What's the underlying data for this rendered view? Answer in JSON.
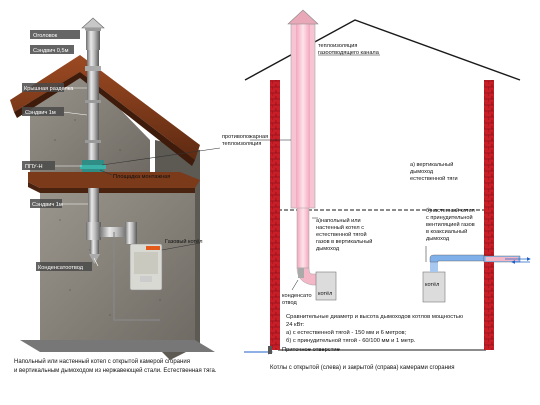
{
  "left_labels": {
    "ogolovok": "Оголовок",
    "sandvich_05": "Сэндвич 0,5м",
    "krysh_razdelka": "Крышная разделка",
    "sandvich_1m_a": "Сэндвич 1м",
    "ppu": "ППУ-Н",
    "ploshchadka": "Площадка монтажная",
    "sandvich_1m_b": "Сэндвич 1м",
    "gazovy_kotel": "Газовый котёл",
    "kondensatootvod": "Конденсатоотвод",
    "protivopozh": [
      "противопожарная",
      "теплоизоляция"
    ],
    "caption": [
      "Напольный или настенный котел с открытой камерой сгорания",
      "и вертикальным дымоходом из нержавеющей стали. Естественная тяга."
    ]
  },
  "right_labels": {
    "teploizol": [
      "теплоизоляция",
      "газоотводящего канала"
    ],
    "vertical": [
      "а) вертикальный",
      "дымоход",
      "естественной тяги"
    ],
    "a_kotel": [
      "а)напольный или",
      "настенный котел с",
      "естественной тягой",
      "газов в вертикальный",
      "дымоход"
    ],
    "b_kotel": [
      "б)настенный котел",
      "с принудительной",
      "вентиляцией газов",
      "в коаксиальный",
      "дымоход"
    ],
    "kondensat": [
      "конденсато",
      "отвод"
    ],
    "kotel_a": "котёл",
    "kotel_b": "котёл",
    "comparison": [
      "Сравнительные диаметр и высота дымоходов котлов мощностью",
      "24 кВт:",
      "а) с естественной тягой - 150 мм и 6 метров;",
      "б) с принудительной тягой - 60/100 мм и 1 метр."
    ],
    "pritochnoe": "Приточное отверстие",
    "caption": "Котлы с открытой (слева) и закрытой (справа) камерами сгорания"
  }
}
